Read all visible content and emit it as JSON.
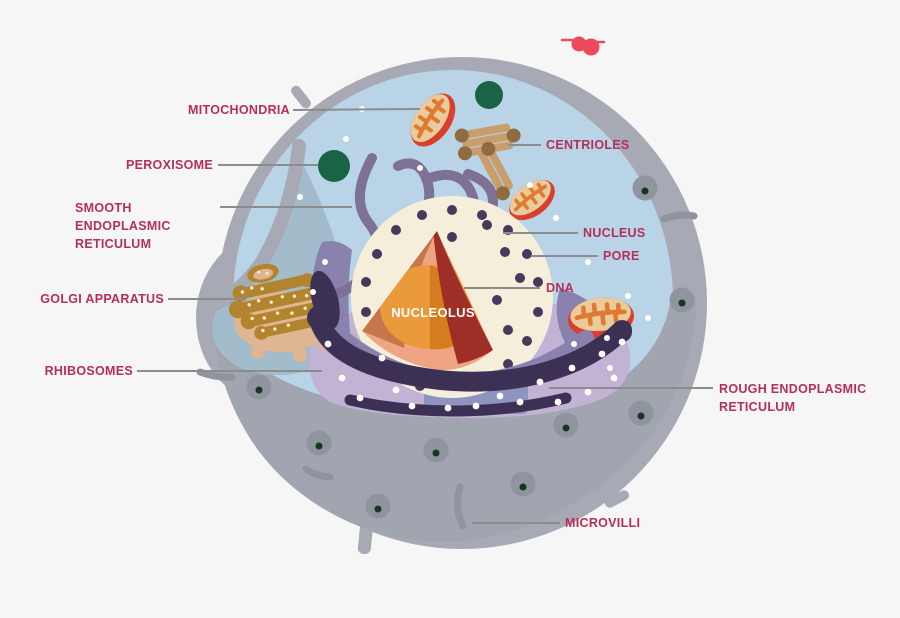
{
  "labels": {
    "mitochondria": "MITOCHONDRIA",
    "peroxisome": "PEROXISOME",
    "smooth_er": "SMOOTH ENDOPLASMIC RETICULUM",
    "golgi": "GOLGI APPARATUS",
    "rhibosomes": "RHIBOSOMES",
    "centrioles": "CENTRIOLES",
    "nucleus": "NUCLEUS",
    "pore": "PORE",
    "dna": "DNA",
    "nucleolus": "NUCLEOLUS",
    "rough_er": "ROUGH ENDOPLASMIC RETICULUM",
    "microvilli": "MICROVILLI"
  },
  "colors": {
    "background": "#f6f6f6",
    "label_text": "#b52f57",
    "nucleolus_label_text": "#ffffff",
    "leader_line": "#8b8c8f",
    "cell_gray": "#a7aab4",
    "lower_body_gray": "#a1a5af",
    "cytoplasm_blue": "#b9d4e7",
    "lobe_blue": "#a2bccb",
    "nucleus_cream": "#f5eeda",
    "pore_dot_purple": "#45395c",
    "wedge_terracotta": "#c5764b",
    "wedge_dark_red": "#9e2e26",
    "wedge_salmon": "#efa583",
    "nucleolus_orange": "#ea9a3a",
    "nucleolus_dark_orange": "#d57d1e",
    "rough_er_dark_purple": "#3c3155",
    "rough_er_mid_purple": "#8a82ae",
    "rough_er_lavender": "#c2b2d4",
    "rough_er_violet": "#8e93bf",
    "smooth_er_purple": "#7d7295",
    "golgi_gold": "#b3842e",
    "golgi_tan": "#dfb691",
    "peroxisome_green": "#1a6347",
    "mitochondria_red": "#d8402c",
    "mitochondria_face_tan": "#e9cb9c",
    "cristae_orange": "#e07a30",
    "centriole_tan": "#c79e6c",
    "centriole_dark_brown": "#8f6b40",
    "membrane_spot_gray": "#90949f",
    "membrane_spot_center": "#14391f",
    "ribosome_dot_white": "#ffffff",
    "top_mark_red": "#ec4a58"
  }
}
